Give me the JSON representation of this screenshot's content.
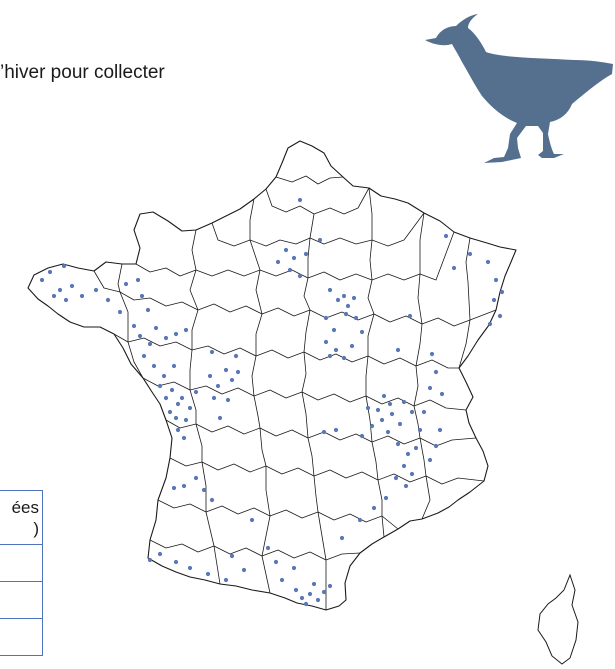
{
  "headline": "’hiver pour collecter",
  "table": {
    "header_line1": "ées",
    "header_line2": ")",
    "rows": [
      "",
      "",
      ""
    ]
  },
  "map": {
    "regions": [
      "France métropolitaine",
      "Corse"
    ],
    "outline_color": "#1a1a1a",
    "marker_color": "#5a78b6"
  },
  "bird_icon": {
    "name": "lapwing-silhouette-icon",
    "color": "#556f8f"
  }
}
